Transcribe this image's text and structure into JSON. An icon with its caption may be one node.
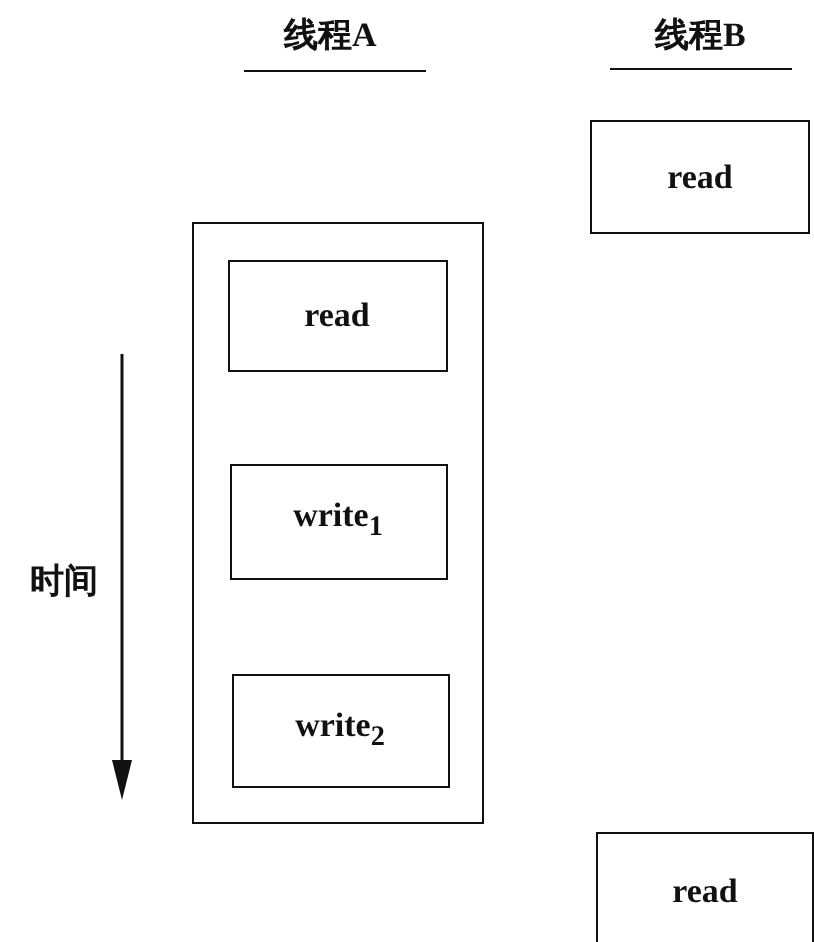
{
  "diagram": {
    "nodes": [
      {
        "text": [
          "read"
        ]
      },
      {
        "text": [],
        "shape": "box"
      },
      {
        "text": [
          "read"
        ],
        "in": 1
      },
      {
        "text": [
          "write$_{1}$"
        ],
        "in": 1
      },
      {
        "text": [
          "write$_{2}$"
        ],
        "in": 1
      },
      {
        "text": [
          "read"
        ]
      }
    ],
    "labels": [
      "线程A",
      "线程B",
      "时间"
    ]
  }
}
